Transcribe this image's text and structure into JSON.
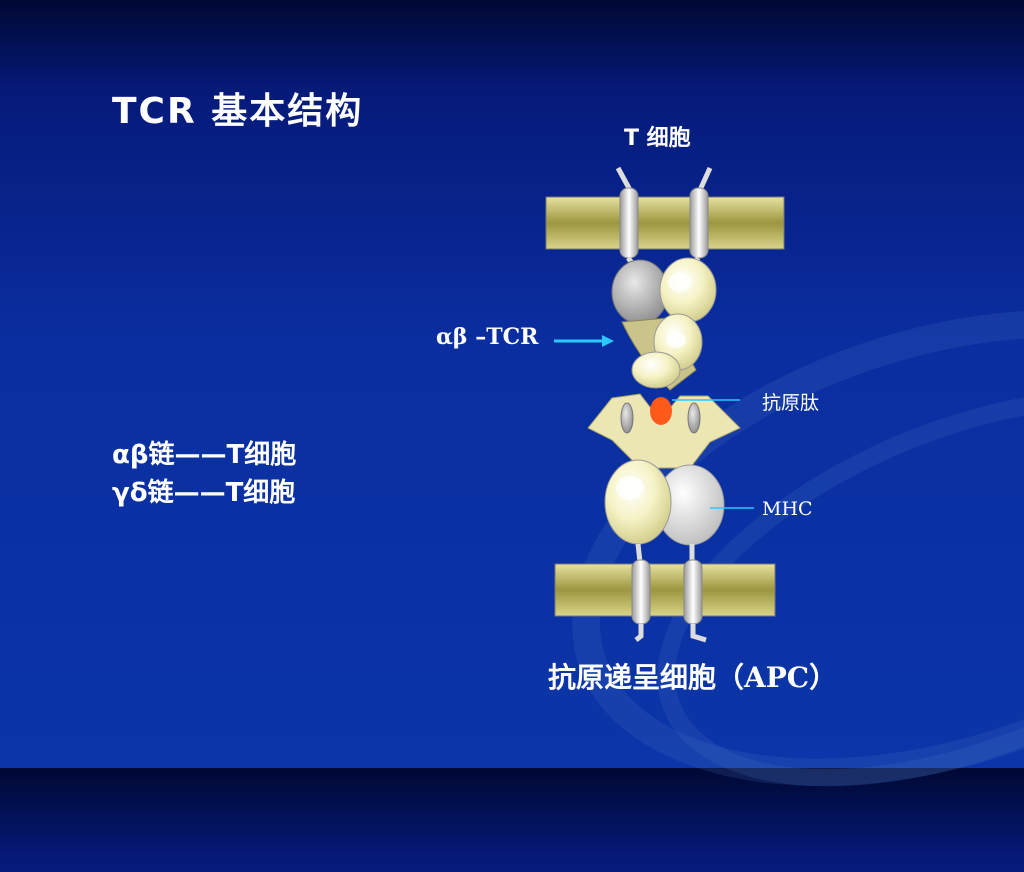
{
  "title": "TCR 基本结构",
  "chains": {
    "line1": "αβ链——T细胞",
    "line2": "γδ链——T细胞"
  },
  "diagram": {
    "t_cell_label": "T  细胞",
    "tcr_label": "αβ –TCR",
    "peptide_label": "抗原肽",
    "mhc_label": "MHC",
    "apc_label": "抗原递呈细胞（APC）"
  },
  "colors": {
    "membrane": "#c9c46a",
    "domain_light": "#f3f0c0",
    "domain_grey": "#b8b8b8",
    "peptide": "#ff5a1a",
    "arrow": "#29c8ff"
  }
}
